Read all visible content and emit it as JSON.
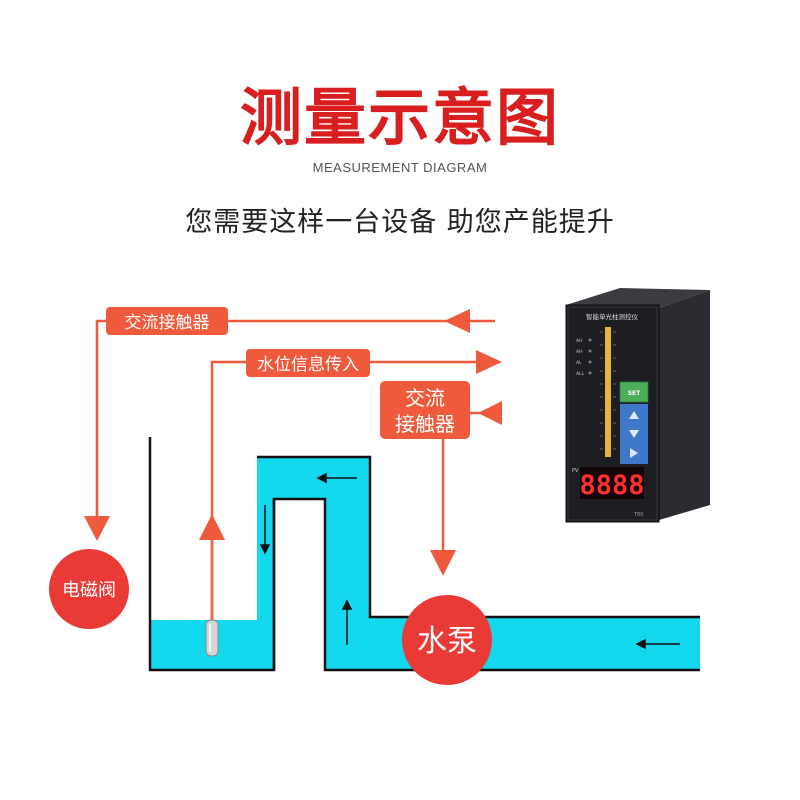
{
  "header": {
    "title": "测量示意图",
    "subtitle": "MEASUREMENT DIAGRAM",
    "tagline": "您需要这样一台设备 助您产能提升"
  },
  "diagram": {
    "labels": {
      "contactor_top": "交流接触器",
      "water_level_input": "水位信息传入",
      "contactor_mid_line1": "交流",
      "contactor_mid_line2": "接触器",
      "solenoid_valve": "电磁阀",
      "pump": "水泵"
    },
    "device": {
      "name": "智能单光柱测控仪",
      "indicators": [
        "AH",
        "AH",
        "AL",
        "ALL"
      ],
      "set_label": "SET",
      "pv_label": "PV",
      "display": "8888",
      "model": "T80"
    },
    "colors": {
      "accent": "#f05a3c",
      "water": "#14d9ee",
      "title_red": "#d81e1e",
      "device_body": "#1c1e22"
    }
  }
}
